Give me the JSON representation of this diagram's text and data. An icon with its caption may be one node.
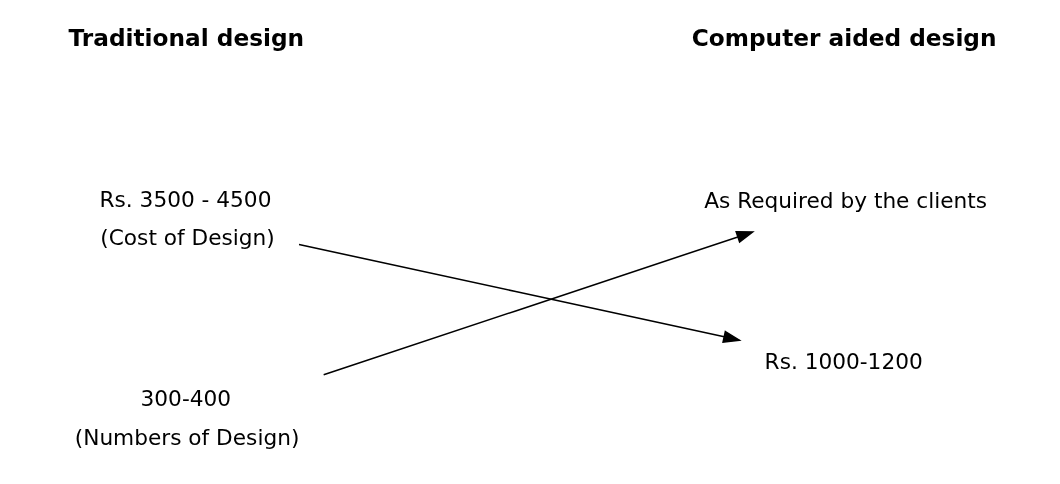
{
  "diagram": {
    "nodes": [
      {
        "text": [
          "Rs. 3500 - 4500"
        ],
        "beside": [
          "(Cost of Design)"
        ]
      },
      {
        "text": [
          "300-400"
        ],
        "beside": [
          "(Numbers of Design)"
        ]
      },
      {
        "text": [
          "As Required by the clients"
        ]
      },
      {
        "text": [
          "Rs. 1000-1200"
        ]
      }
    ],
    "edges": [
      {
        "from": 0,
        "to": 3,
        "arrow": "to"
      },
      {
        "from": 1,
        "to": 2,
        "arrow": "to"
      }
    ],
    "labels": [
      "Traditional design",
      "Computer aided design"
    ]
  }
}
